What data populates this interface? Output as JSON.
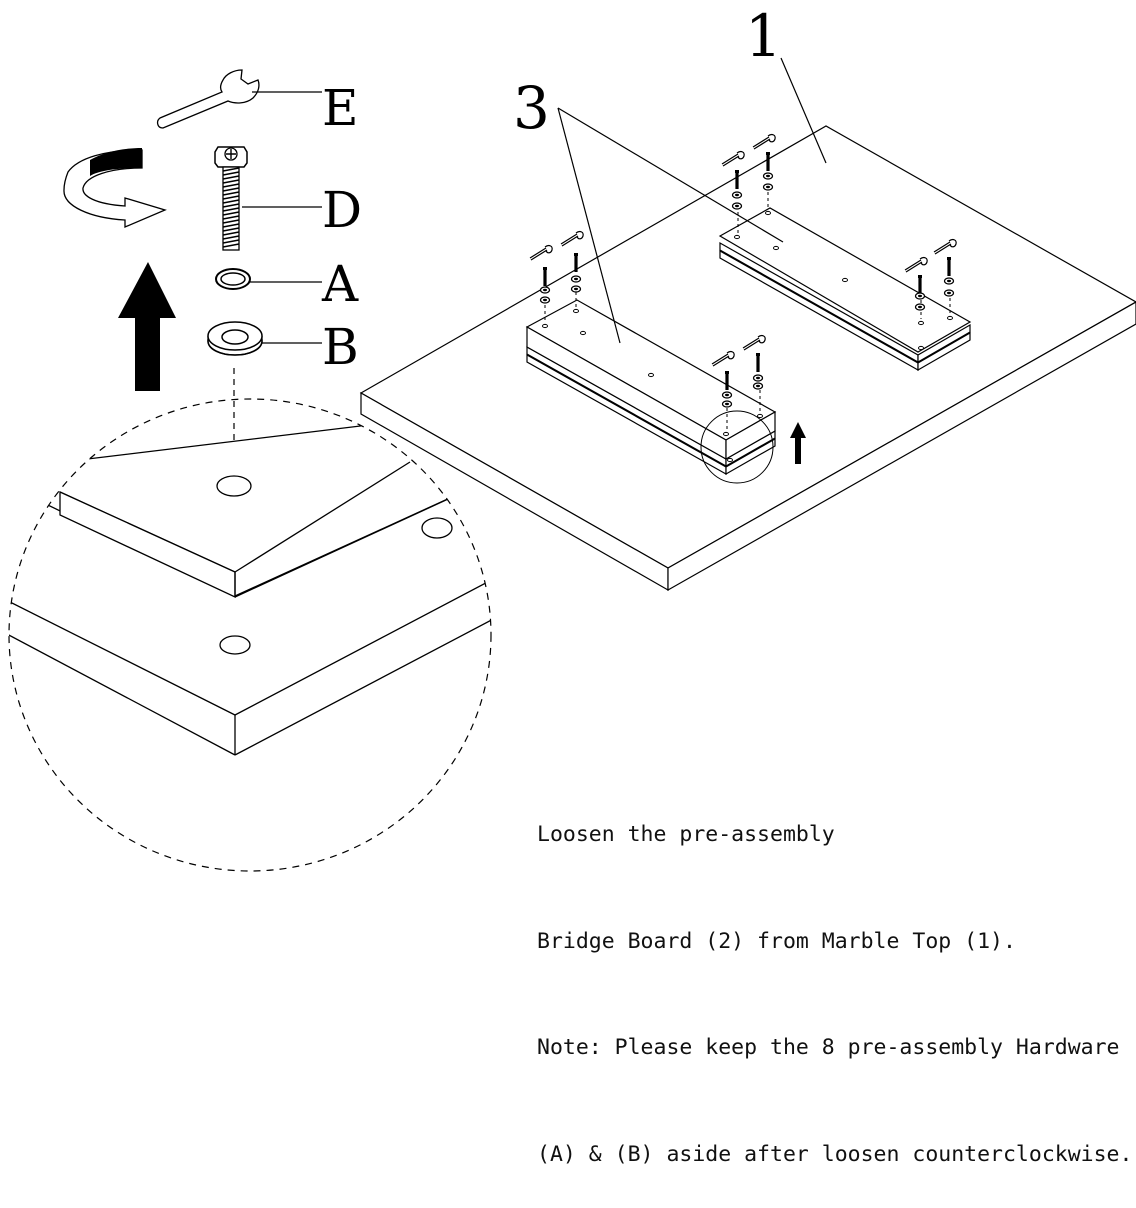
{
  "callouts": {
    "marble_top": "1",
    "bridge_boards": "3",
    "wrench": "E",
    "bolt": "D",
    "spring_washer": "A",
    "flat_washer": "B"
  },
  "instructions": [
    "Loosen the pre-assembly",
    "Bridge Board (2) from Marble Top (1).",
    "Note: Please keep the 8 pre-assembly Hardware",
    "(A) & (B) aside after loosen counterclockwise."
  ],
  "colors": {
    "line": "#000000",
    "background": "#ffffff"
  },
  "icons": [
    "wrench-icon",
    "bolt-icon",
    "spring-washer-icon",
    "flat-washer-icon",
    "rotate-counterclockwise-icon",
    "up-arrow-icon"
  ]
}
